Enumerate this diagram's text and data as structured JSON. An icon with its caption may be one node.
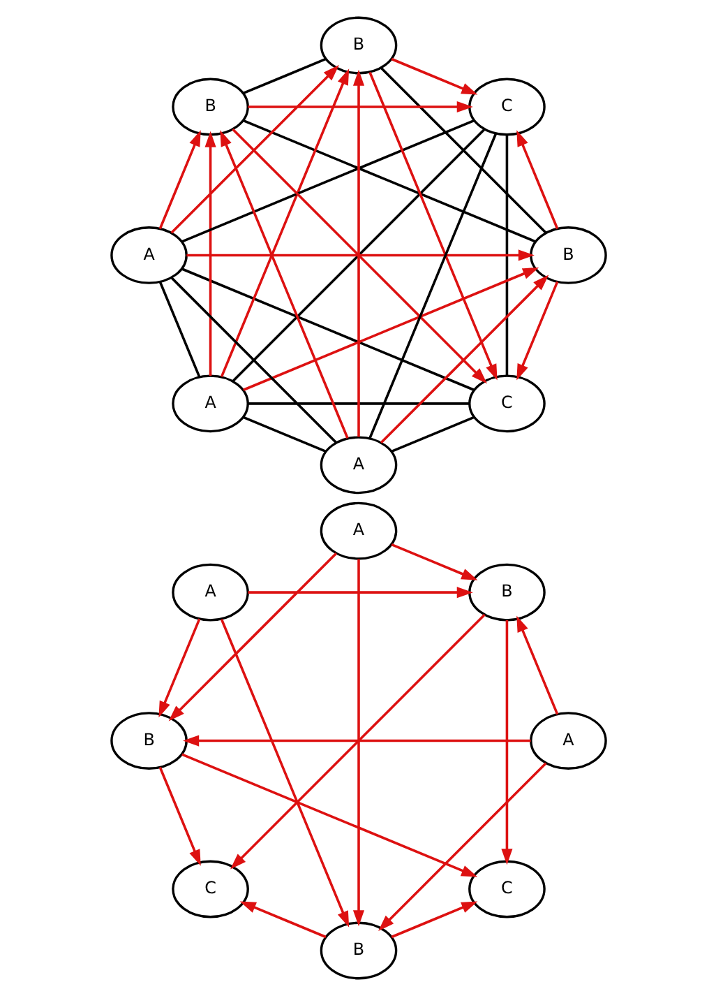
{
  "diagram": {
    "nodes": [
      {
        "text": [
          "C"
        ]
      },
      {
        "text": [
          "B"
        ]
      },
      {
        "text": [
          "A"
        ]
      },
      {
        "text": [
          "A"
        ]
      },
      {
        "text": [
          "B"
        ]
      },
      {
        "text": [
          "B"
        ]
      },
      {
        "text": [
          "C"
        ]
      },
      {
        "text": [
          "A"
        ]
      },
      {
        "text": [
          "C"
        ]
      },
      {
        "text": [
          "B"
        ]
      },
      {
        "text": [
          "A"
        ]
      },
      {
        "text": [
          "A"
        ]
      },
      {
        "text": [
          "B"
        ]
      },
      {
        "text": [
          "B"
        ]
      },
      {
        "text": [
          "C"
        ]
      },
      {
        "text": [
          "A"
        ]
      }
    ],
    "edges": [
      {
        "from": 1,
        "to": 0,
        "arrow": "to"
      },
      {
        "from": 2,
        "to": 1,
        "arrow": "to"
      },
      {
        "from": 4,
        "to": 0,
        "arrow": "to"
      },
      {
        "from": 2,
        "to": 4,
        "arrow": "to"
      },
      {
        "from": 3,
        "to": 1,
        "arrow": "to"
      },
      {
        "from": 3,
        "to": 4,
        "arrow": "to"
      },
      {
        "from": 3,
        "to": 5,
        "arrow": "to"
      },
      {
        "from": 5,
        "to": 0,
        "arrow": "to"
      },
      {
        "from": 2,
        "to": 5,
        "arrow": "to"
      },
      {
        "from": 7,
        "to": 1,
        "arrow": "to"
      },
      {
        "from": 1,
        "to": 6,
        "arrow": "to"
      },
      {
        "from": 4,
        "to": 6,
        "arrow": "to"
      },
      {
        "from": 5,
        "to": 6,
        "arrow": "to"
      },
      {
        "from": 7,
        "to": 5,
        "arrow": "to"
      },
      {
        "from": 7,
        "to": 4,
        "arrow": "to"
      },
      {
        "from": 0,
        "to": 2,
        "arrow": "none",
        "color": "#000000"
      },
      {
        "from": 0,
        "to": 3,
        "arrow": "none",
        "color": "#000000"
      },
      {
        "from": 0,
        "to": 6,
        "arrow": "none",
        "color": "#000000"
      },
      {
        "from": 0,
        "to": 7,
        "arrow": "none",
        "color": "#000000"
      },
      {
        "from": 1,
        "to": 4,
        "arrow": "none",
        "color": "#000000"
      },
      {
        "from": 1,
        "to": 5,
        "arrow": "none",
        "color": "#000000"
      },
      {
        "from": 2,
        "to": 3,
        "arrow": "none",
        "color": "#000000"
      },
      {
        "from": 2,
        "to": 6,
        "arrow": "none",
        "color": "#000000"
      },
      {
        "from": 2,
        "to": 7,
        "arrow": "none",
        "color": "#000000"
      },
      {
        "from": 3,
        "to": 6,
        "arrow": "none",
        "color": "#000000"
      },
      {
        "from": 3,
        "to": 7,
        "arrow": "none",
        "color": "#000000"
      },
      {
        "from": 4,
        "to": 5,
        "arrow": "none",
        "color": "#000000"
      },
      {
        "from": 6,
        "to": 7,
        "arrow": "none",
        "color": "#000000"
      },
      {
        "from": 9,
        "to": 8,
        "arrow": "to"
      },
      {
        "from": 10,
        "to": 9,
        "arrow": "to"
      },
      {
        "from": 12,
        "to": 8,
        "arrow": "to"
      },
      {
        "from": 10,
        "to": 12,
        "arrow": "to"
      },
      {
        "from": 11,
        "to": 9,
        "arrow": "to"
      },
      {
        "from": 11,
        "to": 12,
        "arrow": "to"
      },
      {
        "from": 11,
        "to": 13,
        "arrow": "to"
      },
      {
        "from": 13,
        "to": 8,
        "arrow": "to"
      },
      {
        "from": 10,
        "to": 13,
        "arrow": "to"
      },
      {
        "from": 15,
        "to": 9,
        "arrow": "to"
      },
      {
        "from": 9,
        "to": 14,
        "arrow": "to"
      },
      {
        "from": 12,
        "to": 14,
        "arrow": "to"
      },
      {
        "from": 13,
        "to": 14,
        "arrow": "to"
      },
      {
        "from": 15,
        "to": 13,
        "arrow": "to"
      },
      {
        "from": 15,
        "to": 12,
        "arrow": "to"
      }
    ]
  }
}
